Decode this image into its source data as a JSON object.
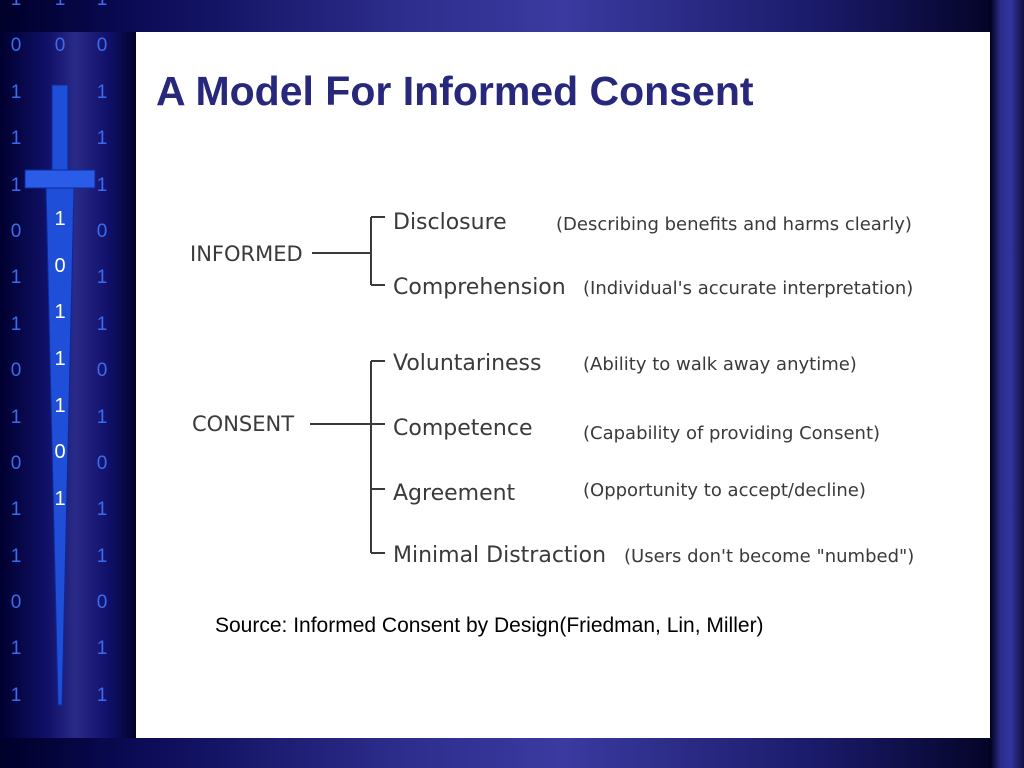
{
  "title": "A Model For Informed Consent",
  "left_column_digits": [
    "1",
    "0",
    "1",
    "1",
    "1",
    "0",
    "1",
    "1",
    "0",
    "1",
    "0",
    "1",
    "1",
    "0",
    "1",
    "1"
  ],
  "mid_column_digits": [
    "1",
    "0",
    "1"
  ],
  "center_digits": [
    "1",
    "0",
    "1",
    "1",
    "1",
    "0",
    "1"
  ],
  "groups": [
    {
      "label": "INFORMED",
      "items": [
        {
          "name": "Disclosure",
          "description": "(Describing benefits and harms clearly)"
        },
        {
          "name": "Comprehension",
          "description": "(Individual's accurate interpretation)"
        }
      ]
    },
    {
      "label": "CONSENT",
      "items": [
        {
          "name": "Voluntariness",
          "description": "(Ability to walk away anytime)"
        },
        {
          "name": "Competence",
          "description": "(Capability of providing Consent)"
        },
        {
          "name": "Agreement",
          "description": "(Opportunity to accept/decline)"
        },
        {
          "name": "Minimal Distraction",
          "description": "(Users don't become \"numbed\")"
        }
      ]
    }
  ],
  "source": "Source: Informed Consent by Design(Friedman, Lin, Miller)",
  "colors": {
    "title": "#27287c",
    "binary_digits": "#3a6cf0",
    "sword": "#1f4fd8",
    "diagram_text": "#3a3a3a"
  }
}
